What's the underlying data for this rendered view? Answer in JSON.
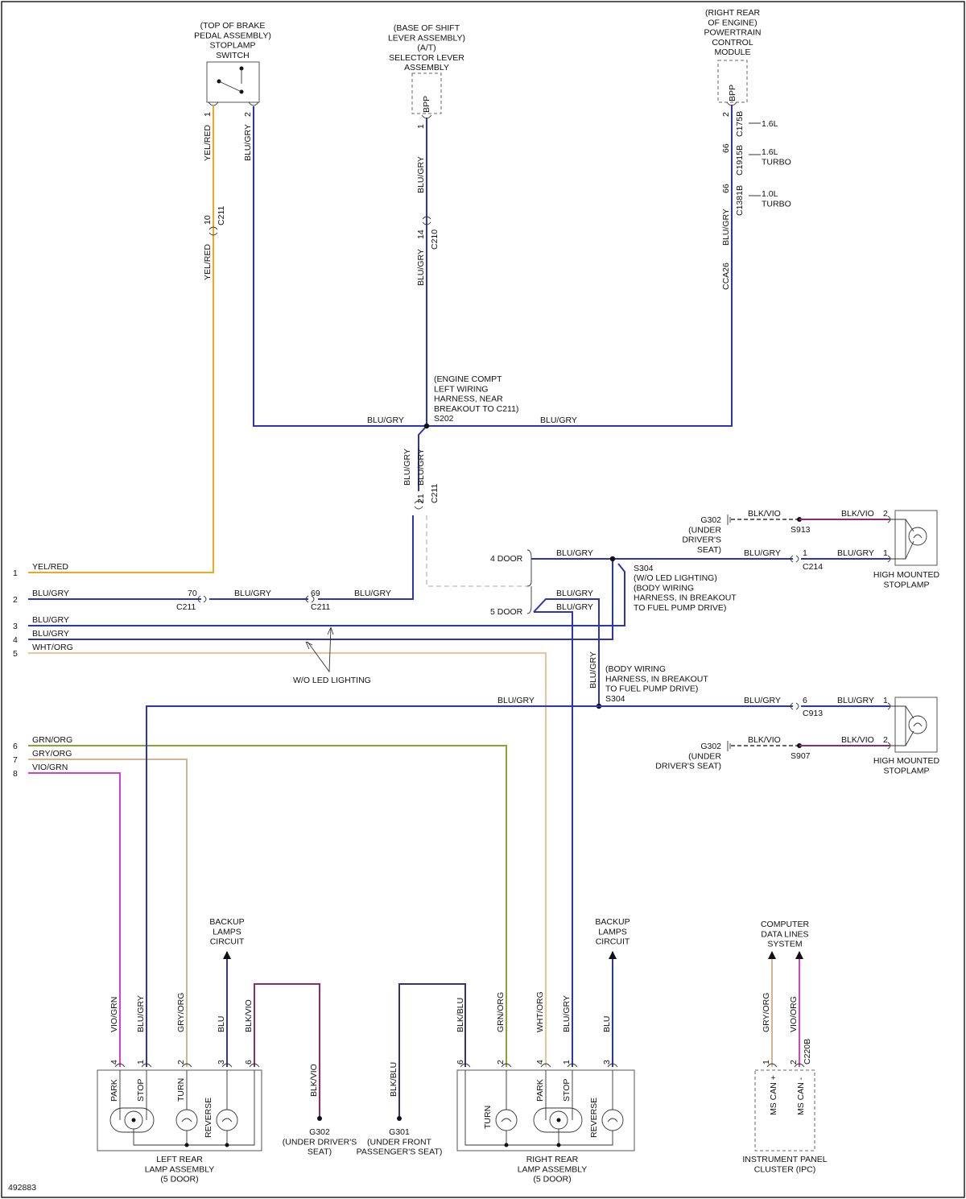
{
  "figure_id": "492883",
  "components": {
    "stoplamp_switch": "(TOP OF BRAKE\nPEDAL ASSEMBLY)\nSTOPLAMP\nSWITCH",
    "selector_lever": "(BASE OF SHIFT\nLEVER ASSEMBLY)\n(A/T)\nSELECTOR LEVER\nASSEMBLY",
    "pcm": "(RIGHT REAR\nOF ENGINE)\nPOWERTRAIN\nCONTROL\nMODULE",
    "s202": "(ENGINE COMPT\nLEFT WIRING\nHARNESS, NEAR\nBREAKOUT TO C211)\nS202",
    "s304_a": "(W/O LED LIGHTING)\n(BODY WIRING\nHARNESS, IN BREAKOUT\nTO FUEL PUMP DRIVE)",
    "s304_b": "(BODY WIRING\nHARNESS, IN BREAKOUT\nTO FUEL PUMP DRIVE)\nS304",
    "high_stop_1": "HIGH MOUNTED\nSTOPLAMP",
    "high_stop_2": "HIGH MOUNTED\nSTOPLAMP",
    "g302_top": "G302\n(UNDER\nDRIVER'S\nSEAT)",
    "g302_mid": "G302\n(UNDER\nDRIVER'S SEAT)",
    "backup_left": "BACKUP\nLAMPS\nCIRCUIT",
    "backup_right": "BACKUP\nLAMPS\nCIRCUIT",
    "cdl": "COMPUTER\nDATA LINES\nSYSTEM",
    "g302_bottom": "G302\n(UNDER DRIVER'S\nSEAT)",
    "g301": "G301\n(UNDER FRONT\nPASSENGER'S SEAT)",
    "left_lamp": "LEFT REAR\nLAMP ASSEMBLY\n(5 DOOR)",
    "right_lamp": "RIGHT REAR\nLAMP ASSEMBLY\n(5 DOOR)",
    "ipc": "INSTRUMENT PANEL\nCLUSTER (IPC)"
  },
  "labels": {
    "bpp": "BPP",
    "s304": "S304",
    "s913": "S913",
    "s907": "S907",
    "four_door": "4 DOOR",
    "five_door": "5 DOOR",
    "wo_led": "W/O LED LIGHTING",
    "l16": "1.6L",
    "l16t": "1.6L\nTURBO",
    "l10t": "1.0L\nTURBO",
    "park": "PARK",
    "stop": "STOP",
    "turn": "TURN",
    "reverse": "REVERSE",
    "ms_can_plus": "MS CAN +",
    "ms_can_minus": "MS CAN -"
  },
  "connectors": {
    "c211": "C211",
    "c210": "C210",
    "c214": "C214",
    "c913": "C913",
    "c220b": "C220B",
    "c175b": "C175B",
    "c1915b": "C1915B",
    "c1381b": "C1381B",
    "cca26": "CCA26"
  },
  "pins": {
    "p1": "1",
    "p2": "2",
    "p3": "3",
    "p4": "4",
    "p5": "5",
    "p6": "6",
    "p7": "7",
    "p8": "8",
    "p10": "10",
    "p14": "14",
    "p21": "21",
    "p66": "66",
    "p69": "69",
    "p70": "70"
  },
  "wires": {
    "yel_red": "YEL/RED",
    "blu_gry": "BLU/GRY",
    "wht_org": "WHT/ORG",
    "grn_org": "GRN/ORG",
    "gry_org": "GRY/ORG",
    "vio_grn": "VIO/GRN",
    "blk_vio": "BLK/VIO",
    "blk_blu": "BLK/BLU",
    "blu": "BLU",
    "vio_org": "VIO/ORG"
  },
  "colors": {
    "blue": "#2b35b8",
    "yellow": "#f0a81c",
    "tan": "#e3c6a3",
    "green": "#86a72e",
    "gray_orange": "#d4b38e",
    "violet": "#d043c7",
    "black_violet": "#8e2a72",
    "black_blue": "#3b2f7f"
  }
}
